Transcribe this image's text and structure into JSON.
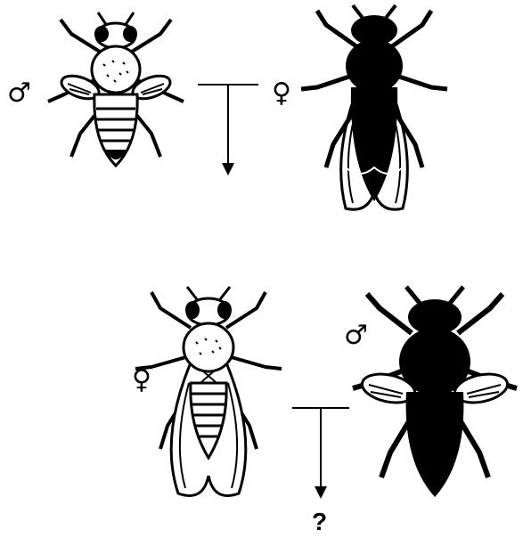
{
  "cross_1": {
    "male": {
      "symbol": "♂",
      "fly": "light-body-short-wings",
      "color": "#000000"
    },
    "female": {
      "symbol": "♀",
      "fly": "dark-body-long-wings",
      "color": "#000000"
    }
  },
  "cross_2": {
    "female": {
      "symbol": "♀",
      "fly": "light-body-long-wings",
      "color": "#000000"
    },
    "male": {
      "symbol": "♂",
      "fly": "dark-body-short-wings",
      "color": "#000000"
    },
    "offspring": "?"
  }
}
